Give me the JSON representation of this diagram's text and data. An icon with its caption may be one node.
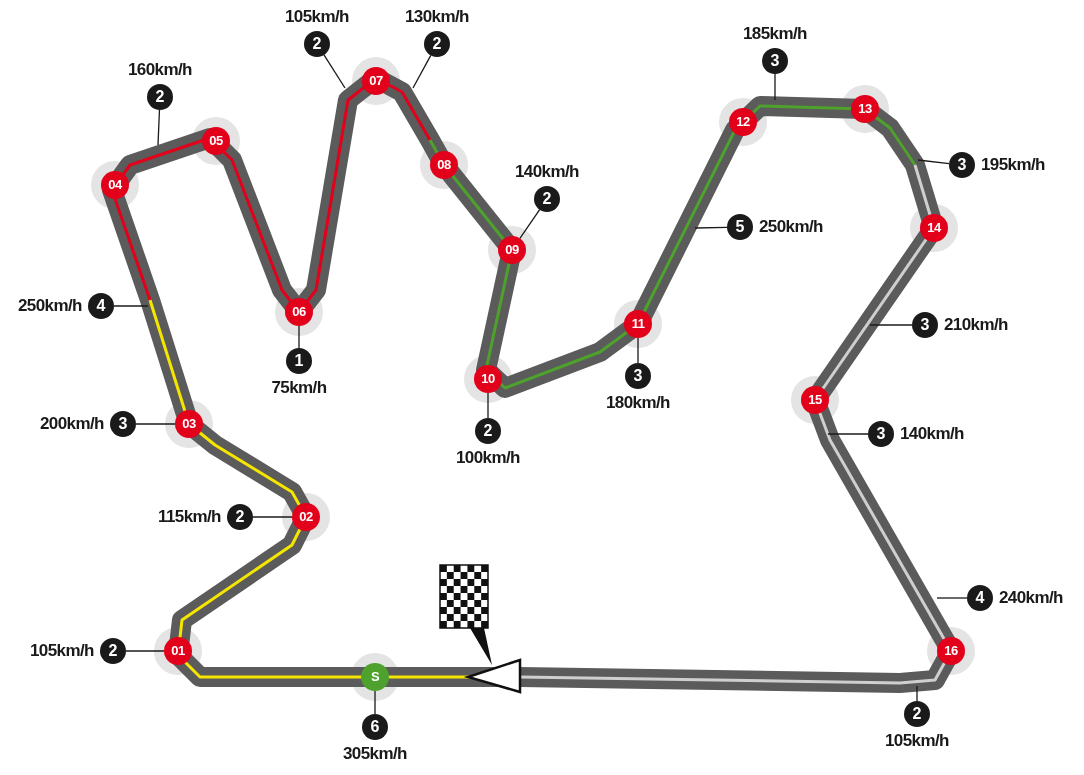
{
  "diagram": {
    "nodes": [
      {
        "text": [
          "01"
        ]
      },
      {
        "text": [
          "02"
        ]
      },
      {
        "text": [
          "03"
        ]
      },
      {
        "text": [
          "04"
        ]
      },
      {
        "text": [
          "05"
        ]
      },
      {
        "text": [
          "06"
        ]
      },
      {
        "text": [
          "07"
        ]
      },
      {
        "text": [
          "08"
        ]
      },
      {
        "text": [
          "09"
        ]
      },
      {
        "text": [
          "10"
        ]
      },
      {
        "text": [
          "11"
        ]
      },
      {
        "text": [
          "12"
        ]
      },
      {
        "text": [
          "13"
        ]
      },
      {
        "text": [
          "14"
        ]
      },
      {
        "text": [
          "15"
        ]
      },
      {
        "text": [
          "16"
        ]
      },
      {
        "text": [
          "S"
        ]
      },
      {
        "text": [
          "2"
        ],
        "beside": [
          "105km/h"
        ]
      },
      {
        "text": [
          "2"
        ],
        "beside": [
          "130km/h"
        ]
      },
      {
        "text": [
          "3"
        ],
        "beside": [
          "185km/h"
        ]
      },
      {
        "text": [
          "2"
        ],
        "beside": [
          "160km/h"
        ]
      },
      {
        "text": [
          "3"
        ],
        "beside": [
          "195km/h"
        ]
      },
      {
        "text": [
          "2"
        ],
        "beside": [
          "140km/h"
        ]
      },
      {
        "text": [
          "5"
        ],
        "beside": [
          "250km/h"
        ]
      },
      {
        "text": [
          "4"
        ],
        "beside": [
          "250km/h"
        ]
      },
      {
        "text": [
          "3"
        ],
        "beside": [
          "210km/h"
        ]
      },
      {
        "text": [
          "1"
        ],
        "beside": [
          "75km/h"
        ]
      },
      {
        "text": [
          "3"
        ],
        "beside": [
          "180km/h"
        ]
      },
      {
        "text": [
          "3"
        ],
        "beside": [
          "200km/h"
        ]
      },
      {
        "text": [
          "2"
        ],
        "beside": [
          "100km/h"
        ]
      },
      {
        "text": [
          "3"
        ],
        "beside": [
          "140km/h"
        ]
      },
      {
        "text": [
          "2"
        ],
        "beside": [
          "115km/h"
        ]
      },
      {
        "text": [
          "4"
        ],
        "beside": [
          "240km/h"
        ]
      },
      {
        "text": [
          "2"
        ],
        "beside": [
          "105km/h"
        ]
      },
      {
        "text": [
          "6"
        ],
        "beside": [
          "305km/h"
        ]
      },
      {
        "text": [
          "2"
        ],
        "beside": [
          "105km/h"
        ]
      }
    ],
    "edges": [
      {
        "from": 17,
        "to": null,
        "arrow": "none"
      },
      {
        "from": 18,
        "to": null,
        "arrow": "none"
      },
      {
        "from": 19,
        "to": null,
        "arrow": "none"
      },
      {
        "from": 20,
        "to": null,
        "arrow": "none"
      },
      {
        "from": 21,
        "to": null,
        "arrow": "none"
      },
      {
        "from": 22,
        "to": 8,
        "arrow": "none"
      },
      {
        "from": 23,
        "to": null,
        "arrow": "none"
      },
      {
        "from": 24,
        "to": null,
        "arrow": "none"
      },
      {
        "from": 25,
        "to": null,
        "arrow": "none"
      },
      {
        "from": 26,
        "to": 5,
        "arrow": "none"
      },
      {
        "from": 27,
        "to": 10,
        "arrow": "none"
      },
      {
        "from": 28,
        "to": 2,
        "arrow": "none"
      },
      {
        "from": 29,
        "to": 9,
        "arrow": "none"
      },
      {
        "from": 30,
        "to": null,
        "arrow": "none"
      },
      {
        "from": 31,
        "to": 1,
        "arrow": "none"
      },
      {
        "from": 32,
        "to": null,
        "arrow": "none"
      },
      {
        "from": 33,
        "to": 0,
        "arrow": "none"
      },
      {
        "from": 34,
        "to": 16,
        "arrow": "none"
      },
      {
        "from": 35,
        "to": null,
        "arrow": "none"
      }
    ]
  }
}
